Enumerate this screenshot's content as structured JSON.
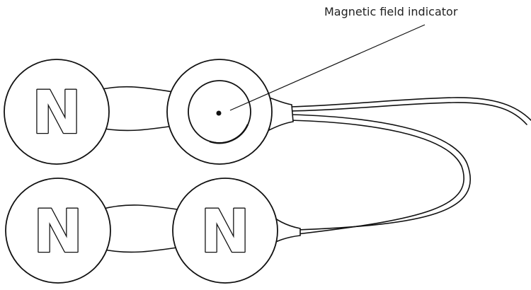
{
  "callout": {
    "label": "Magnetic field indicator"
  },
  "magnets": {
    "top_row": [
      {
        "marking": "N"
      },
      {
        "marking": ""
      }
    ],
    "bottom_row": [
      {
        "marking": "N"
      },
      {
        "marking": "N"
      }
    ]
  },
  "colors": {
    "outline": "#111111",
    "fill": "#ffffff",
    "text": "#222222"
  }
}
